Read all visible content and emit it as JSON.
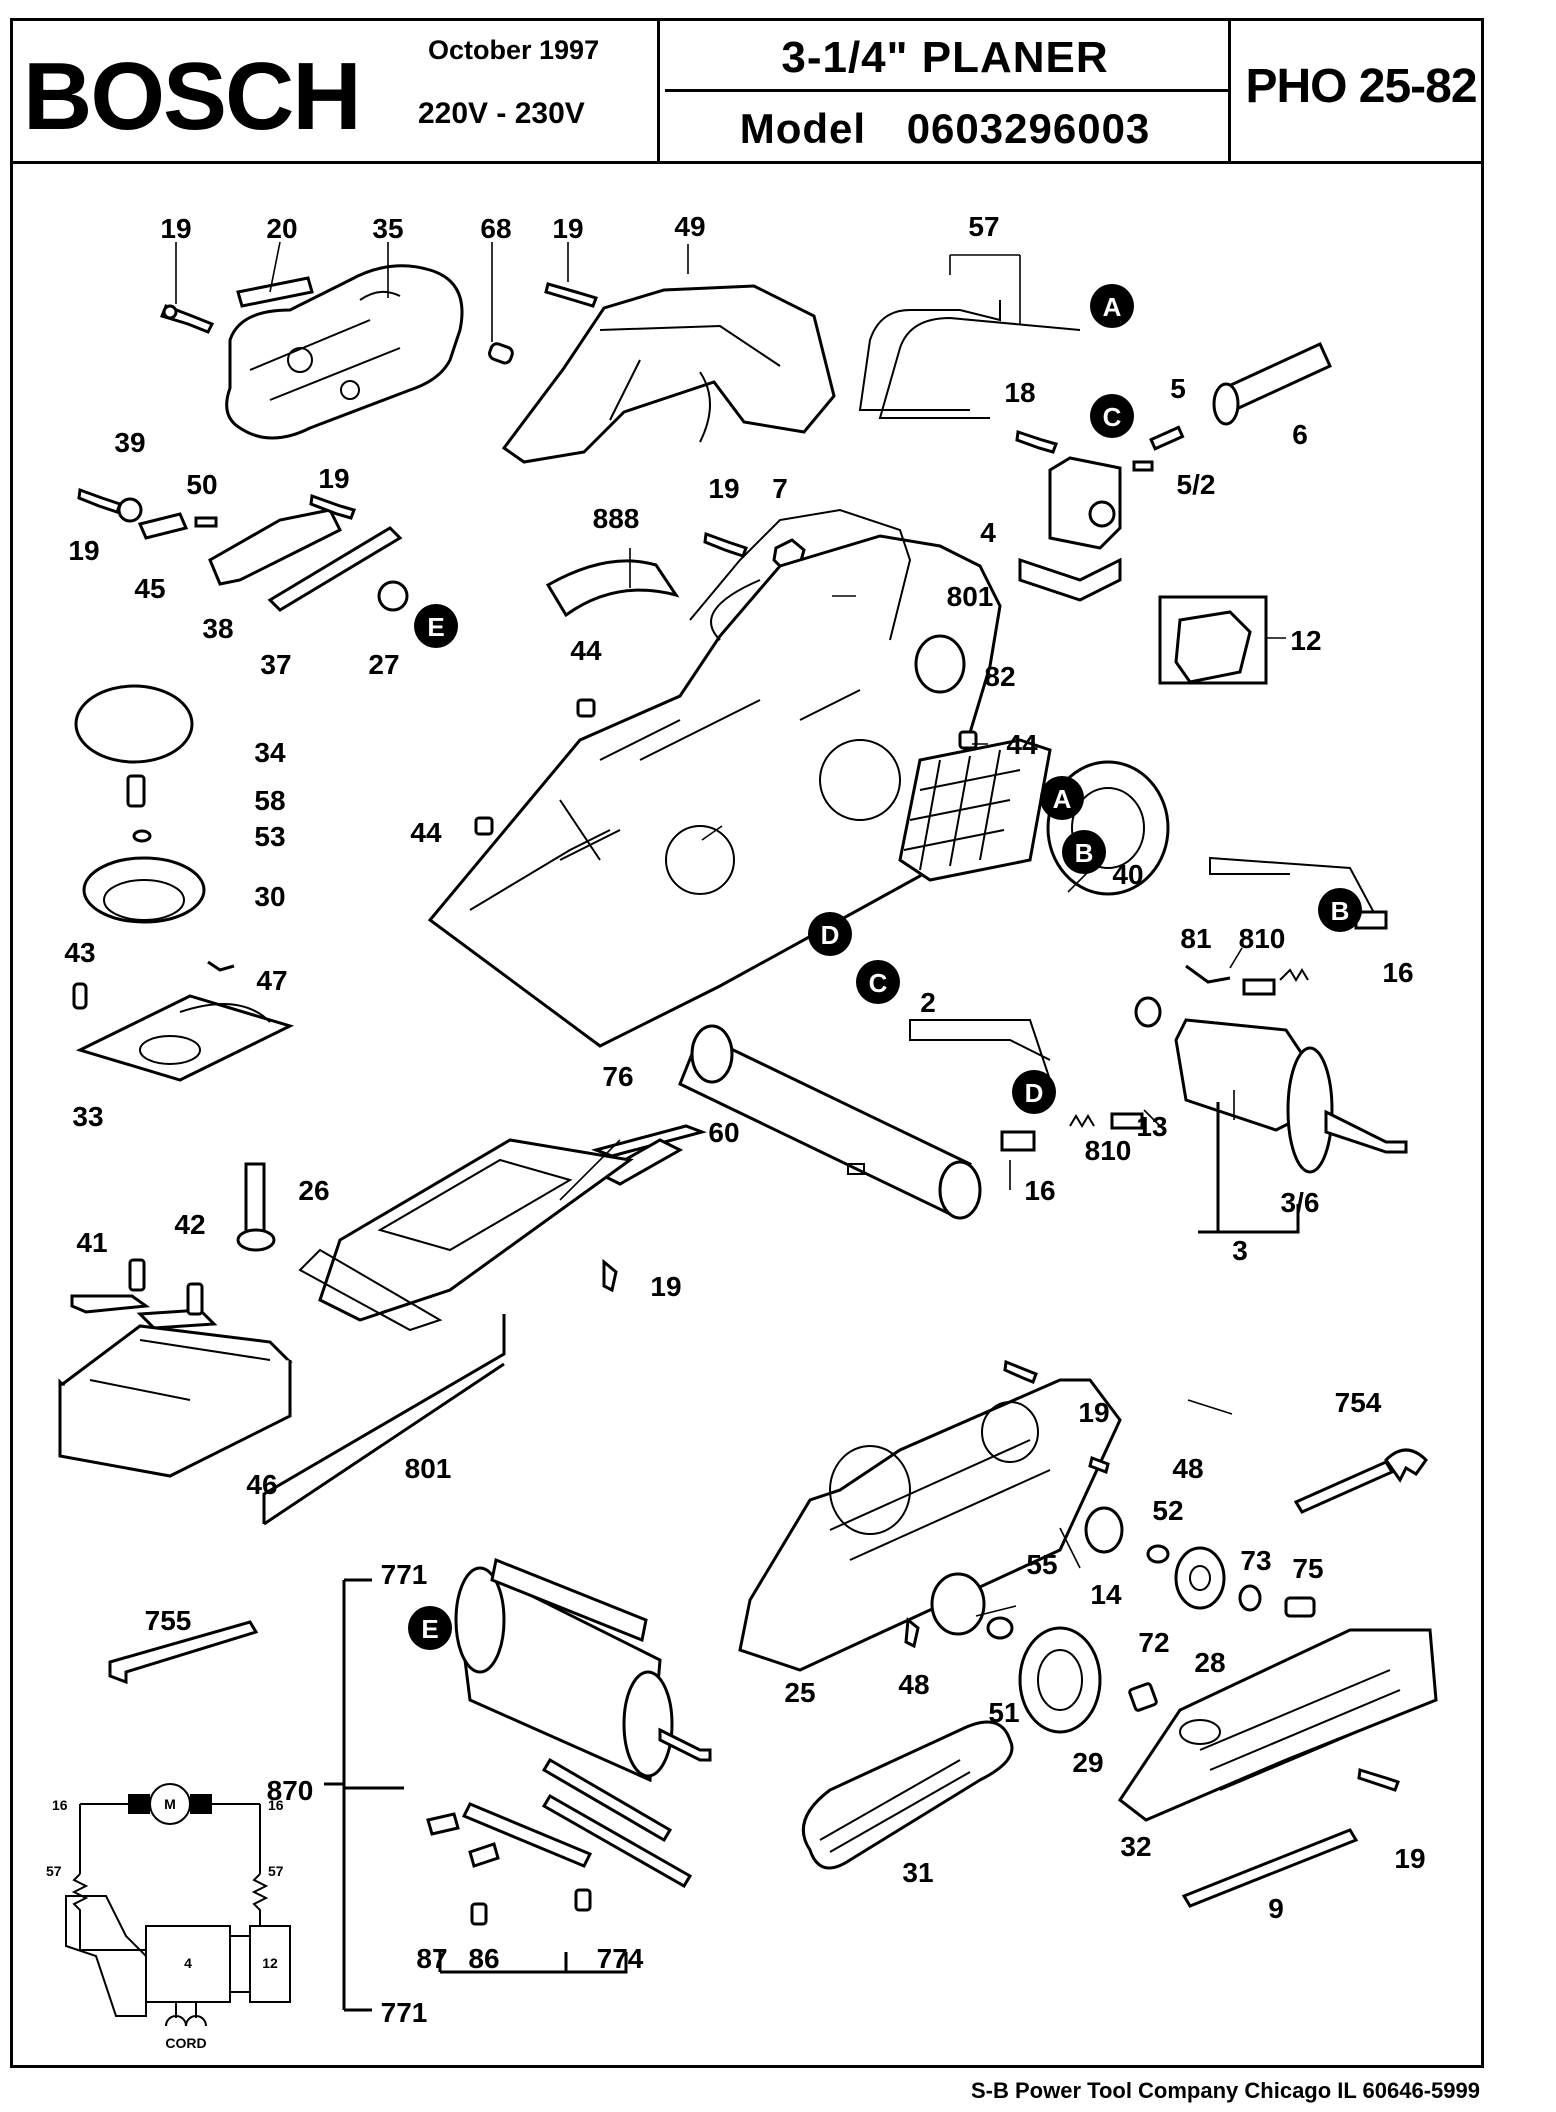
{
  "header": {
    "brand": "BOSCH",
    "date": "October  1997",
    "voltage": "220V - 230V",
    "product_title": "3-1/4\"  PLANER",
    "model_label": "Model",
    "model_number": "0603296003",
    "product_code": "PHO 25-82"
  },
  "callouts": {
    "c_19a": "19",
    "c_20": "20",
    "c_35": "35",
    "c_68": "68",
    "c_19b": "19",
    "c_49": "49",
    "c_57": "57",
    "c_39": "39",
    "c_50": "50",
    "c_19c": "19",
    "c_19d": "19",
    "c_45": "45",
    "c_38": "38",
    "c_37": "37",
    "c_27": "27",
    "c_888": "888",
    "c_19e": "19",
    "c_7": "7",
    "c_801a": "801",
    "c_18": "18",
    "c_5": "5",
    "c_6": "6",
    "c_52b": "5/2",
    "c_4": "4",
    "c_12": "12",
    "c_82": "82",
    "c_44a": "44",
    "c_44b": "44",
    "c_44c": "44",
    "c_34": "34",
    "c_58": "58",
    "c_53": "53",
    "c_30": "30",
    "c_43": "43",
    "c_47": "47",
    "c_33": "33",
    "c_2": "2",
    "c_40": "40",
    "c_81": "81",
    "c_810a": "810",
    "c_16a": "16",
    "c_13": "13",
    "c_810b": "810",
    "c_16b": "16",
    "c_36": "3/6",
    "c_3": "3",
    "c_60": "60",
    "c_76": "76",
    "c_26": "26",
    "c_41": "41",
    "c_42": "42",
    "c_19f": "19",
    "c_46": "46",
    "c_801b": "801",
    "c_19g": "19",
    "c_48a": "48",
    "c_754": "754",
    "c_52": "52",
    "c_55": "55",
    "c_73": "73",
    "c_75": "75",
    "c_14": "14",
    "c_28": "28",
    "c_72": "72",
    "c_25": "25",
    "c_48b": "48",
    "c_51": "51",
    "c_29": "29",
    "c_32": "32",
    "c_19h": "19",
    "c_9": "9",
    "c_31": "31",
    "c_755": "755",
    "c_771a": "771",
    "c_870": "870",
    "c_87": "87",
    "c_86": "86",
    "c_774": "774",
    "c_771b": "771"
  },
  "markers": {
    "m_A1": "A",
    "m_C1": "C",
    "m_E1": "E",
    "m_A2": "A",
    "m_B1": "B",
    "m_B2": "B",
    "m_D1": "D",
    "m_C2": "C",
    "m_D2": "D",
    "m_E2": "E"
  },
  "schematic": {
    "motor": "M",
    "brush_left": "16",
    "brush_right": "16",
    "wire_left": "57",
    "wire_right": "57",
    "switch": "4",
    "interference": "12",
    "cord": "CORD"
  },
  "footer": {
    "text": "S-B Power Tool Company  Chicago IL 60646-5999"
  }
}
